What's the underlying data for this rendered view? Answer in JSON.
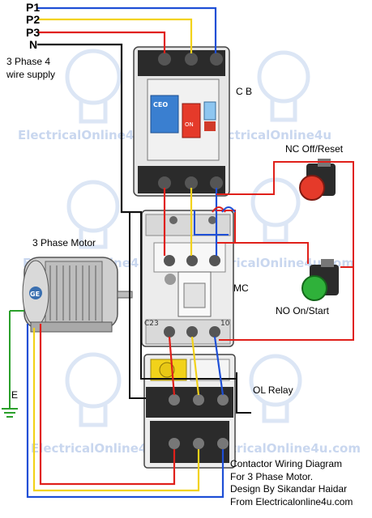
{
  "supply": {
    "phases": [
      "P1",
      "P2",
      "P3",
      "N"
    ],
    "label_line1": "3 Phase 4",
    "label_line2": "wire supply",
    "earth_label": "E"
  },
  "components": {
    "cb_label": "C B",
    "cb_brand": "CEO",
    "cb_on_text": "ON",
    "nc_label": "NC Off/Reset",
    "no_label": "NO  On/Start",
    "mc_label": "MC",
    "motor_label": "3 Phase Motor",
    "motor_brand": "GE",
    "ol_label": "OL Relay",
    "contactor_code_left": "C23",
    "contactor_code_right": "10"
  },
  "watermark": {
    "text": "ElectricalOnline4u.com",
    "text_short": "ElectricalOnline4u",
    "text_partial": "ctricalOnline4u.com"
  },
  "credit": {
    "line1": "Contactor Wiring Diagram",
    "line2": "For 3 Phase Motor.",
    "line3": "Design By Sikandar Haidar",
    "line4": "From Electricalonline4u.com"
  },
  "colors": {
    "phase1": "#e0201a",
    "phase2": "#f2d21a",
    "phase3": "#1e4fd6",
    "neutral": "#111111",
    "earth": "#2aa02a",
    "watermark": "#c9d7ef",
    "label_blue": "#1f3f9a"
  }
}
